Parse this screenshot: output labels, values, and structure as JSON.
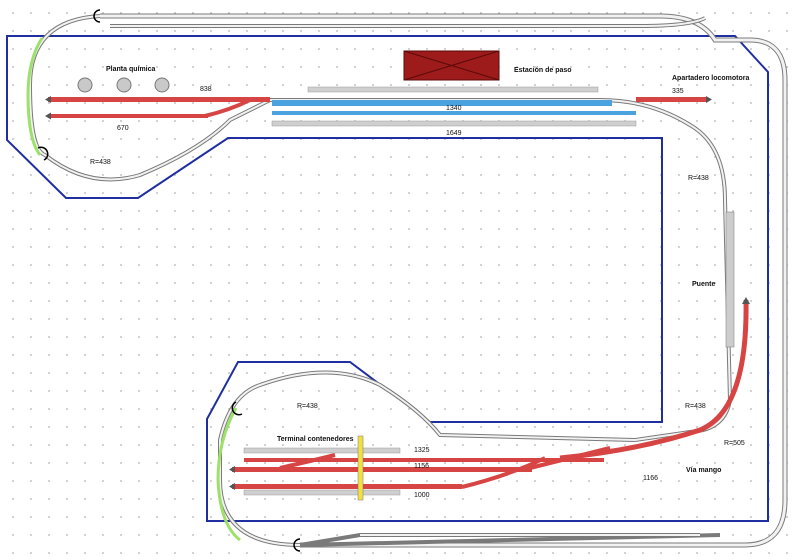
{
  "colors": {
    "board_outline": "#1f2fa0",
    "track_rail": "#7a7a7a",
    "track_bed": "#f2f2f2",
    "siding_red": "#d74444",
    "station_blue": "#4aa3df",
    "platform_grey": "#cfcfcf",
    "tunnel_green": "#9de06a",
    "station_building": "#9e1b1b",
    "bridge_grey": "#cccccc",
    "crane_yellow": "#f0e040",
    "chemical_tank": "#c9c9c9"
  },
  "labels": {
    "chemical_plant": "Planta química",
    "passing_station": "Estación de paso",
    "loco_siding": "Apartadero locomotora",
    "container_terminal": "Terminal contenedores",
    "bridge": "Puente",
    "mango_track": "Vía mango"
  },
  "radii": {
    "left_loop": "R=438",
    "right_curve": "R=438",
    "lower_loop": "R=438",
    "lower_right": "R=438",
    "outer_curve": "R=505"
  },
  "lengths": {
    "chem_upper": "838",
    "chem_lower": "670",
    "station_main": "1340",
    "station_outer": "1649",
    "loco_siding": "335",
    "terminal_top": "1325",
    "terminal_mid": "1156",
    "terminal_bottom": "1000",
    "mango": "1166"
  }
}
